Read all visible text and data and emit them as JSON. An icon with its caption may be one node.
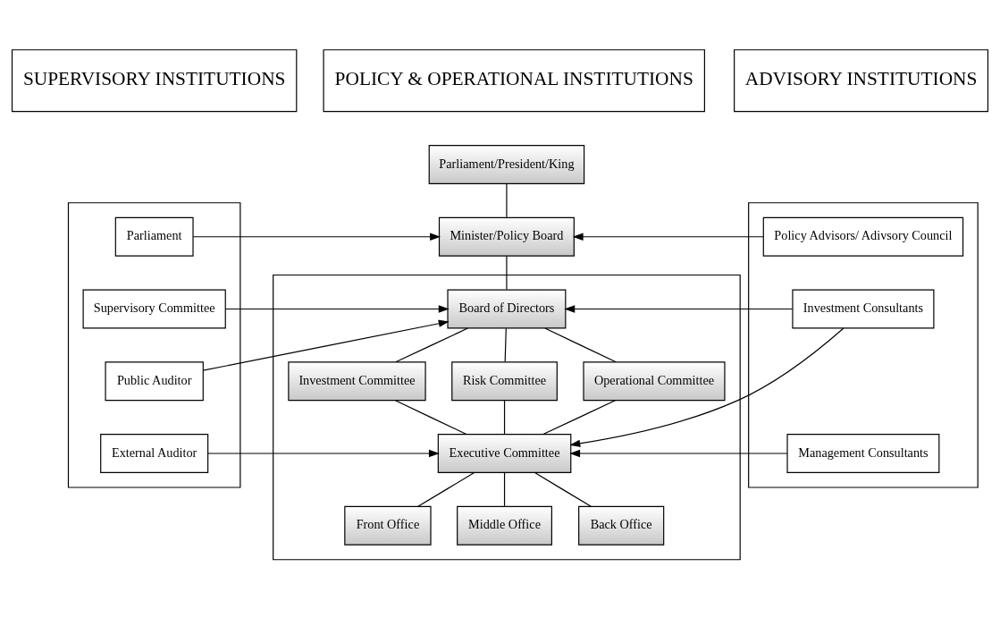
{
  "diagram": {
    "nodes": [
      {
        "text": [
          "SUPERVISORY INSTITUTIONS"
        ]
      },
      {
        "text": [
          "POLICY & OPERATIONAL INSTITUTIONS"
        ]
      },
      {
        "text": [
          "ADVISORY INSTITUTIONS"
        ]
      },
      {
        "text": [],
        "shape": "box"
      },
      {
        "text": [
          "Parliament"
        ],
        "in": 3
      },
      {
        "text": [
          "Supervisory Committee"
        ],
        "in": 3
      },
      {
        "text": [
          "Public Auditor"
        ],
        "in": 3
      },
      {
        "text": [
          "External Auditor"
        ],
        "in": 3
      },
      {
        "text": [
          "Parliament/President/King"
        ]
      },
      {
        "text": [
          "Minister/Policy Board"
        ]
      },
      {
        "text": [],
        "shape": "box"
      },
      {
        "text": [
          "Board of Directors"
        ],
        "in": 10
      },
      {
        "text": [
          "Investment Committee"
        ],
        "in": 10
      },
      {
        "text": [
          "Risk Committee"
        ],
        "in": 10
      },
      {
        "text": [
          "Operational Committee"
        ],
        "in": 10
      },
      {
        "text": [
          "Executive Committee"
        ],
        "in": 10
      },
      {
        "text": [
          "Front Office"
        ],
        "in": 10
      },
      {
        "text": [
          "Middle Office"
        ],
        "in": 10
      },
      {
        "text": [
          "Back Office"
        ],
        "in": 10
      },
      {
        "text": [],
        "shape": "box"
      },
      {
        "text": [
          "Policy Advisors/ Adivsory Council"
        ],
        "in": 19
      },
      {
        "text": [
          "Investment Consultants"
        ],
        "in": 19
      },
      {
        "text": [
          "Management Consultants"
        ],
        "in": 19
      }
    ],
    "edges": [
      {
        "from": 8,
        "to": 9,
        "arrow": "none"
      },
      {
        "from": 9,
        "to": 11,
        "arrow": "none"
      },
      {
        "from": 11,
        "to": 12,
        "arrow": "none"
      },
      {
        "from": 11,
        "to": 13,
        "arrow": "none"
      },
      {
        "from": 11,
        "to": 14,
        "arrow": "none"
      },
      {
        "from": 12,
        "to": 15,
        "arrow": "none"
      },
      {
        "from": 13,
        "to": 15,
        "arrow": "none"
      },
      {
        "from": 14,
        "to": 15,
        "arrow": "none"
      },
      {
        "from": 15,
        "to": 16,
        "arrow": "none"
      },
      {
        "from": 15,
        "to": 17,
        "arrow": "none"
      },
      {
        "from": 15,
        "to": 18,
        "arrow": "none"
      },
      {
        "from": 4,
        "to": 9,
        "arrow": "to"
      },
      {
        "from": 5,
        "to": 11,
        "arrow": "to"
      },
      {
        "from": 6,
        "to": 11,
        "arrow": "to"
      },
      {
        "from": 7,
        "to": 15,
        "arrow": "to"
      },
      {
        "from": 20,
        "to": 9,
        "arrow": "to"
      },
      {
        "from": 21,
        "to": 11,
        "arrow": "to"
      },
      {
        "from": 21,
        "to": 15,
        "arrow": "to"
      },
      {
        "from": 22,
        "to": 15,
        "arrow": "to"
      }
    ]
  }
}
